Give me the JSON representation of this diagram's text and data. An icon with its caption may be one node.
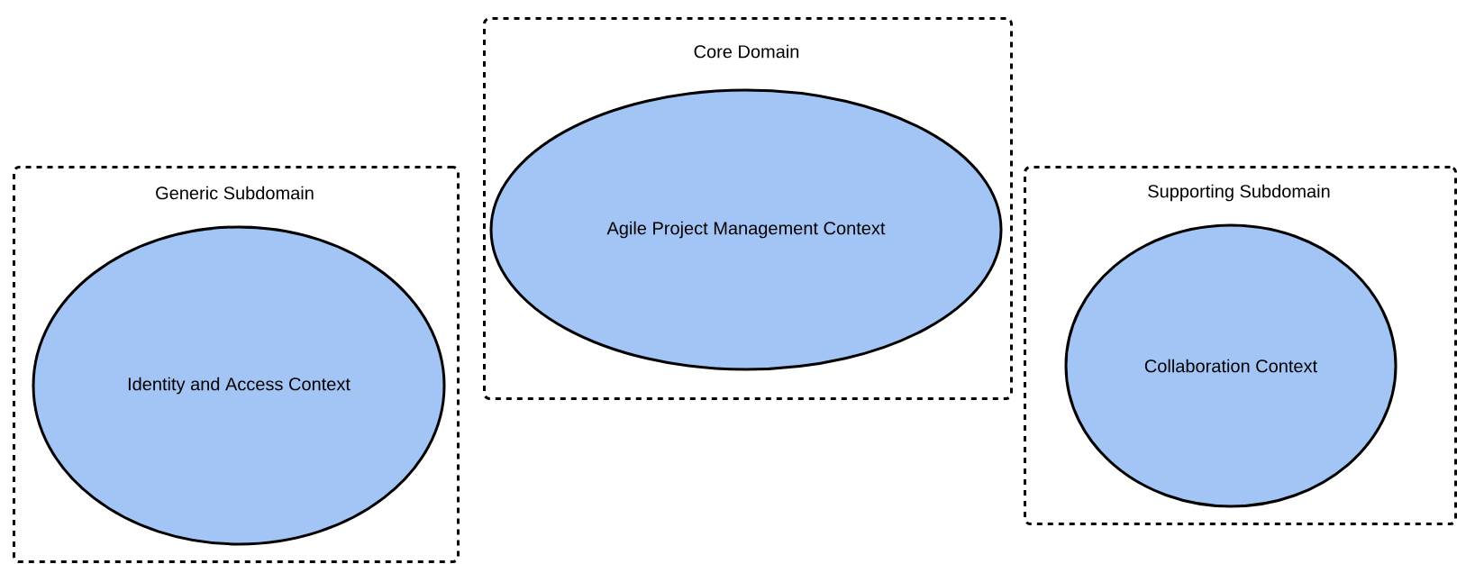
{
  "diagram": {
    "nodes": [
      {
        "text": [
          "Generic Subdomain"
        ]
      },
      {
        "text": [
          "Identity and Access Context"
        ],
        "in": 0
      },
      {
        "text": [
          "Core Domain"
        ]
      },
      {
        "text": [
          "Agile Project Management Context"
        ],
        "in": 2
      },
      {
        "text": [
          "Supporting Subdomain"
        ]
      },
      {
        "text": [
          "Collaboration Context"
        ],
        "in": 4
      }
    ]
  }
}
